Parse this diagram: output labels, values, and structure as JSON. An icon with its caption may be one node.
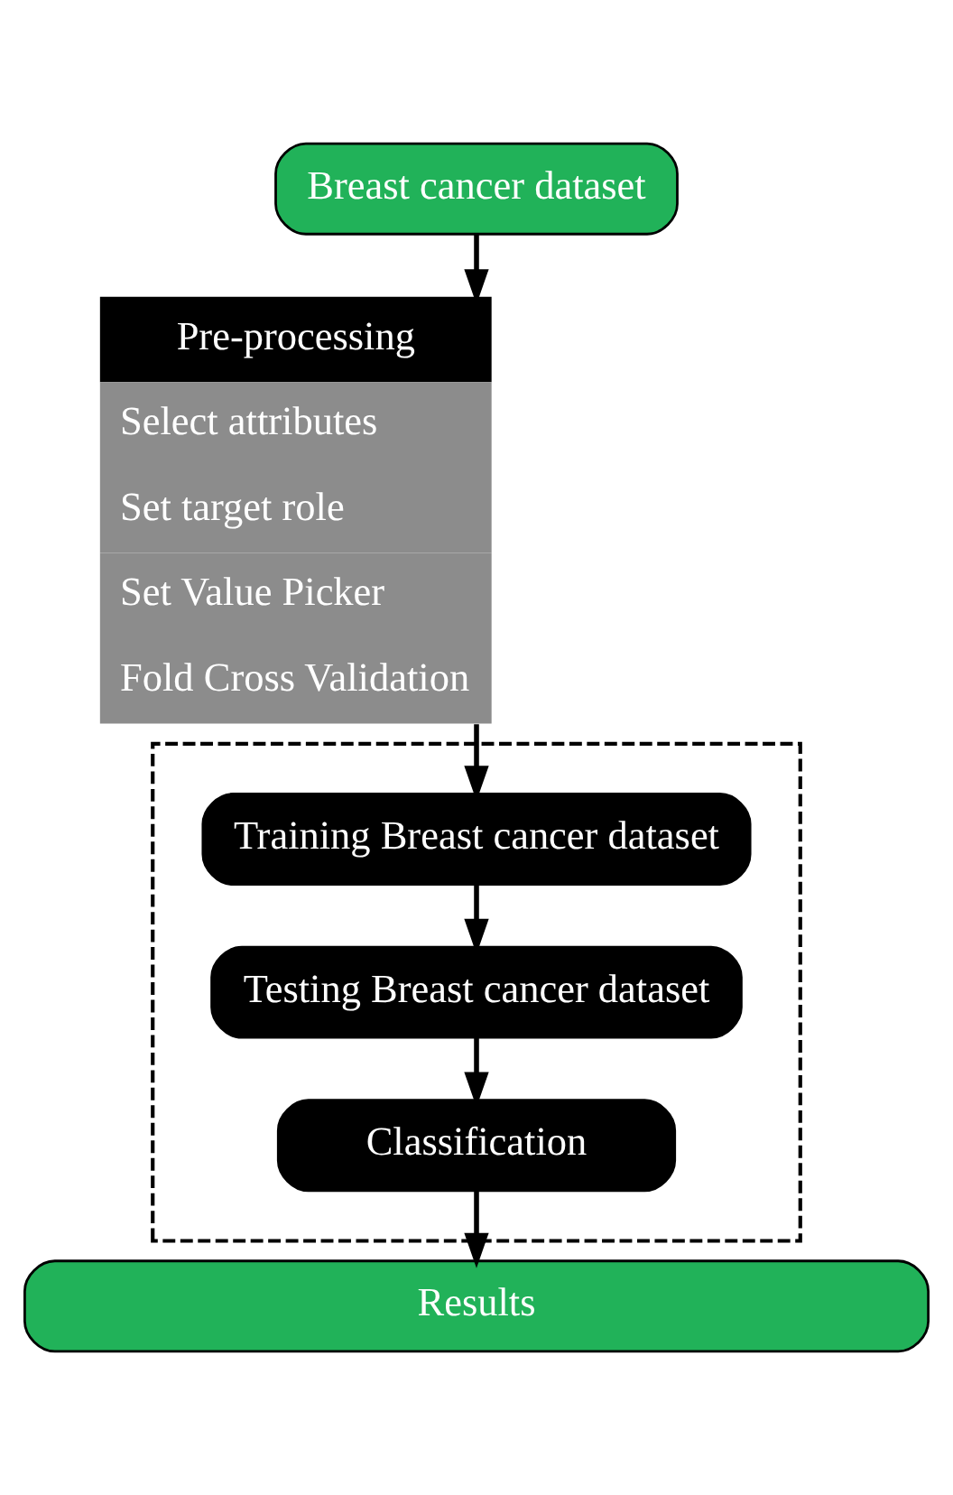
{
  "diagram": {
    "nodes": [
      {
        "text": [
          "Breast cancer dataset"
        ]
      },
      {
        "text": [
          "Pre-processing",
          "Select attributes",
          "Set target role",
          "Set Value Picker",
          "Fold Cross Validation"
        ]
      },
      {
        "text": [],
        "shape": "box"
      },
      {
        "text": [
          "Training Breast cancer dataset"
        ],
        "in": 2
      },
      {
        "text": [
          "Testing Breast cancer dataset"
        ],
        "in": 2
      },
      {
        "text": [
          "Classification"
        ],
        "in": 2
      },
      {
        "text": [
          "Results"
        ]
      }
    ],
    "edges": [
      {
        "from": 0,
        "to": 1,
        "arrow": "to"
      },
      {
        "from": 1,
        "to": 3,
        "arrow": "to"
      },
      {
        "from": 3,
        "to": 4,
        "arrow": "to"
      },
      {
        "from": 4,
        "to": 5,
        "arrow": "to"
      },
      {
        "from": 5,
        "to": 6,
        "arrow": "to"
      }
    ]
  }
}
